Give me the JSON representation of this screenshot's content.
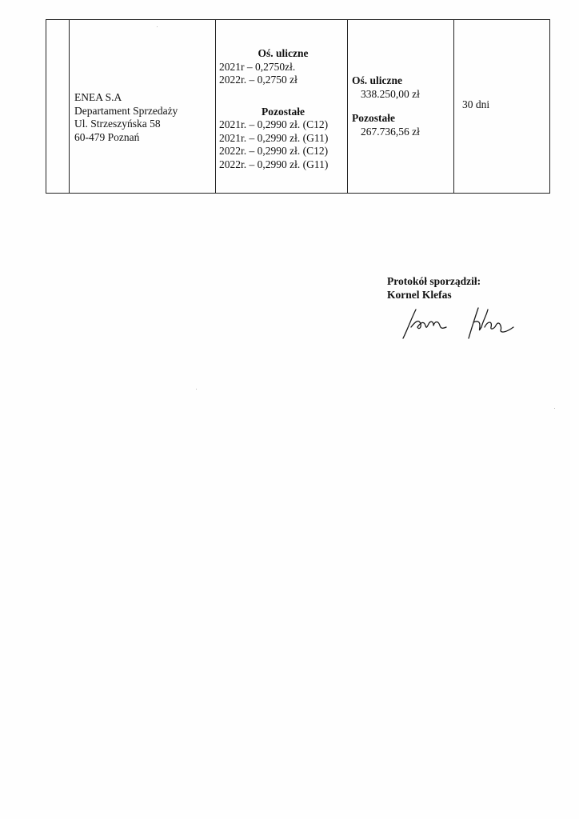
{
  "table": {
    "row": {
      "lp": "",
      "company": {
        "lines": [
          "ENEA S.A",
          "Departament Sprzedaży",
          "Ul. Strzeszyńska 58",
          "60-479 Poznań"
        ]
      },
      "price": {
        "street_heading": "Oś. uliczne",
        "street_lines": [
          "2021r –  0,2750zł.",
          "2022r. – 0,2750 zł"
        ],
        "other_heading": "Pozostałe",
        "other_lines": [
          "2021r. – 0,2990 zł. (C12)",
          "2021r. – 0,2990 zł. (G11)",
          "2022r. – 0,2990 zł. (C12)",
          "2022r. – 0,2990 zł. (G11)"
        ]
      },
      "value": {
        "street_heading": "Oś. uliczne",
        "street_amount": "338.250,00 zł",
        "other_heading": "Pozostałe",
        "other_amount": "267.736,56 zł"
      },
      "term": "30 dni"
    }
  },
  "signature": {
    "caption": "Protokół sporządził:",
    "name": "Kornel Klefas"
  }
}
